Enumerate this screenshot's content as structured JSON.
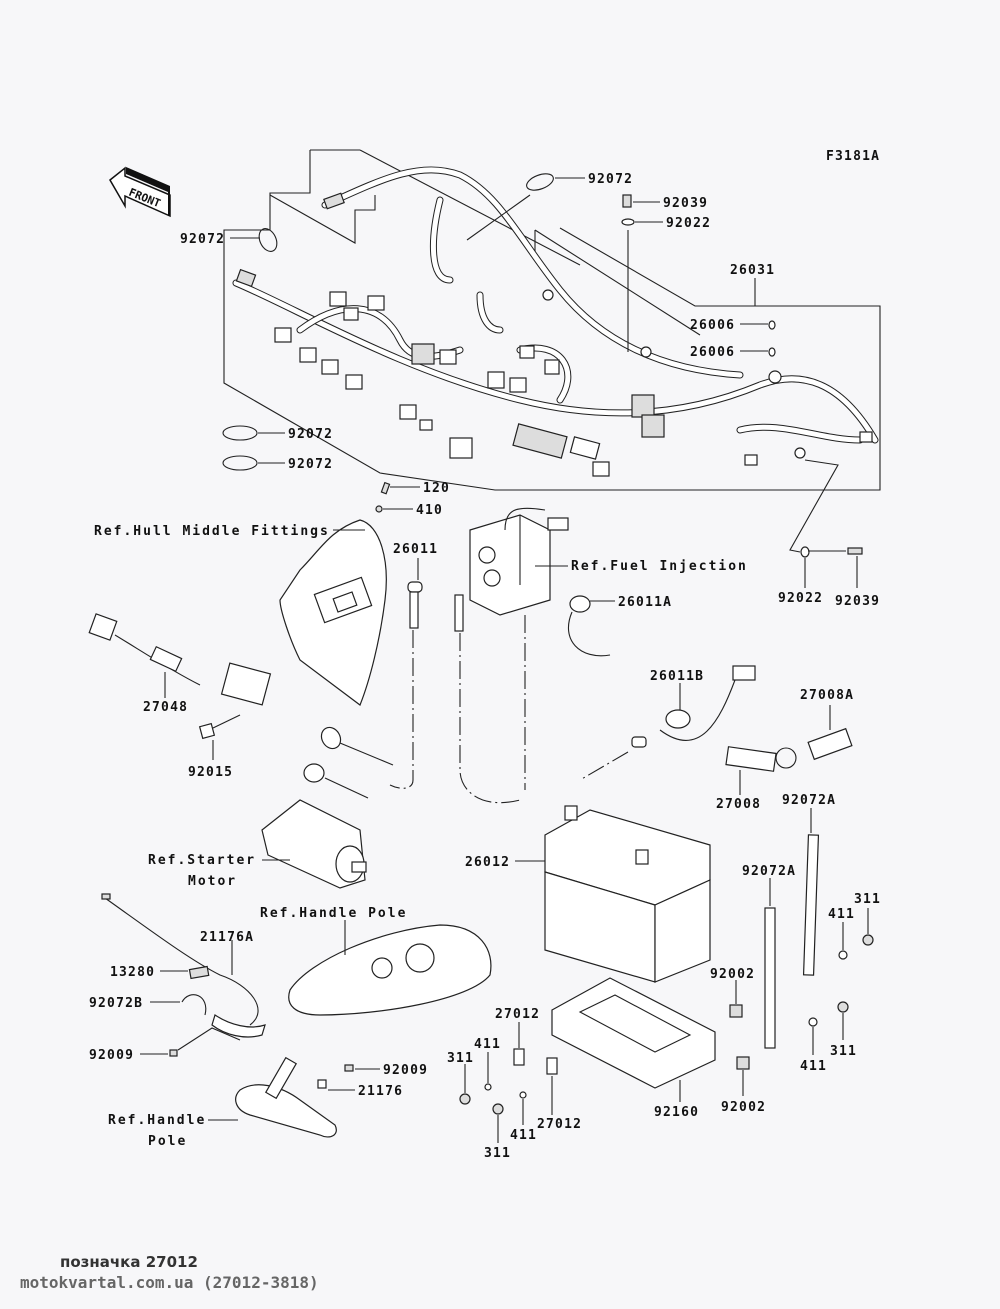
{
  "diagram": {
    "figure_code": "F3181A",
    "front_arrow_label": "FRONT",
    "labels": {
      "p92072_a": "92072",
      "p92072_b": "92072",
      "p92039_a": "92039",
      "p92022_a": "92022",
      "p26031": "26031",
      "p26006_a": "26006",
      "p26006_b": "26006",
      "p92072_c": "92072",
      "p92072_d": "92072",
      "p120": "120",
      "p410": "410",
      "p26011": "26011",
      "p26011A": "26011A",
      "p26011B": "26011B",
      "p92022_b": "92022",
      "p92039_b": "92039",
      "p27048": "27048",
      "p92015": "92015",
      "p27008A": "27008A",
      "p27008": "27008",
      "p92072A_a": "92072A",
      "p92072A_b": "92072A",
      "p26012": "26012",
      "p311_a": "311",
      "p411_a": "411",
      "p92002_a": "92002",
      "p92002_b": "92002",
      "p411_b": "411",
      "p311_b": "311",
      "p21176A": "21176A",
      "p13280": "13280",
      "p92072B": "92072B",
      "p92009_a": "92009",
      "p92009_b": "92009",
      "p21176": "21176",
      "p27012_a": "27012",
      "p27012_b": "27012",
      "p411_c": "411",
      "p411_d": "411",
      "p311_c": "311",
      "p311_d": "311",
      "p92160": "92160"
    },
    "references": {
      "hull_middle": "Ref.Hull Middle Fittings",
      "fuel_injection": "Ref.Fuel Injection",
      "starter_motor_1": "Ref.Starter",
      "starter_motor_2": "Motor",
      "handle_pole_top": "Ref.Handle Pole",
      "handle_pole_bottom_1": "Ref.Handle",
      "handle_pole_bottom_2": "Pole"
    }
  },
  "footer": {
    "caption": "позначка 27012",
    "source": "motokvartal.com.ua (27012-3818)"
  }
}
